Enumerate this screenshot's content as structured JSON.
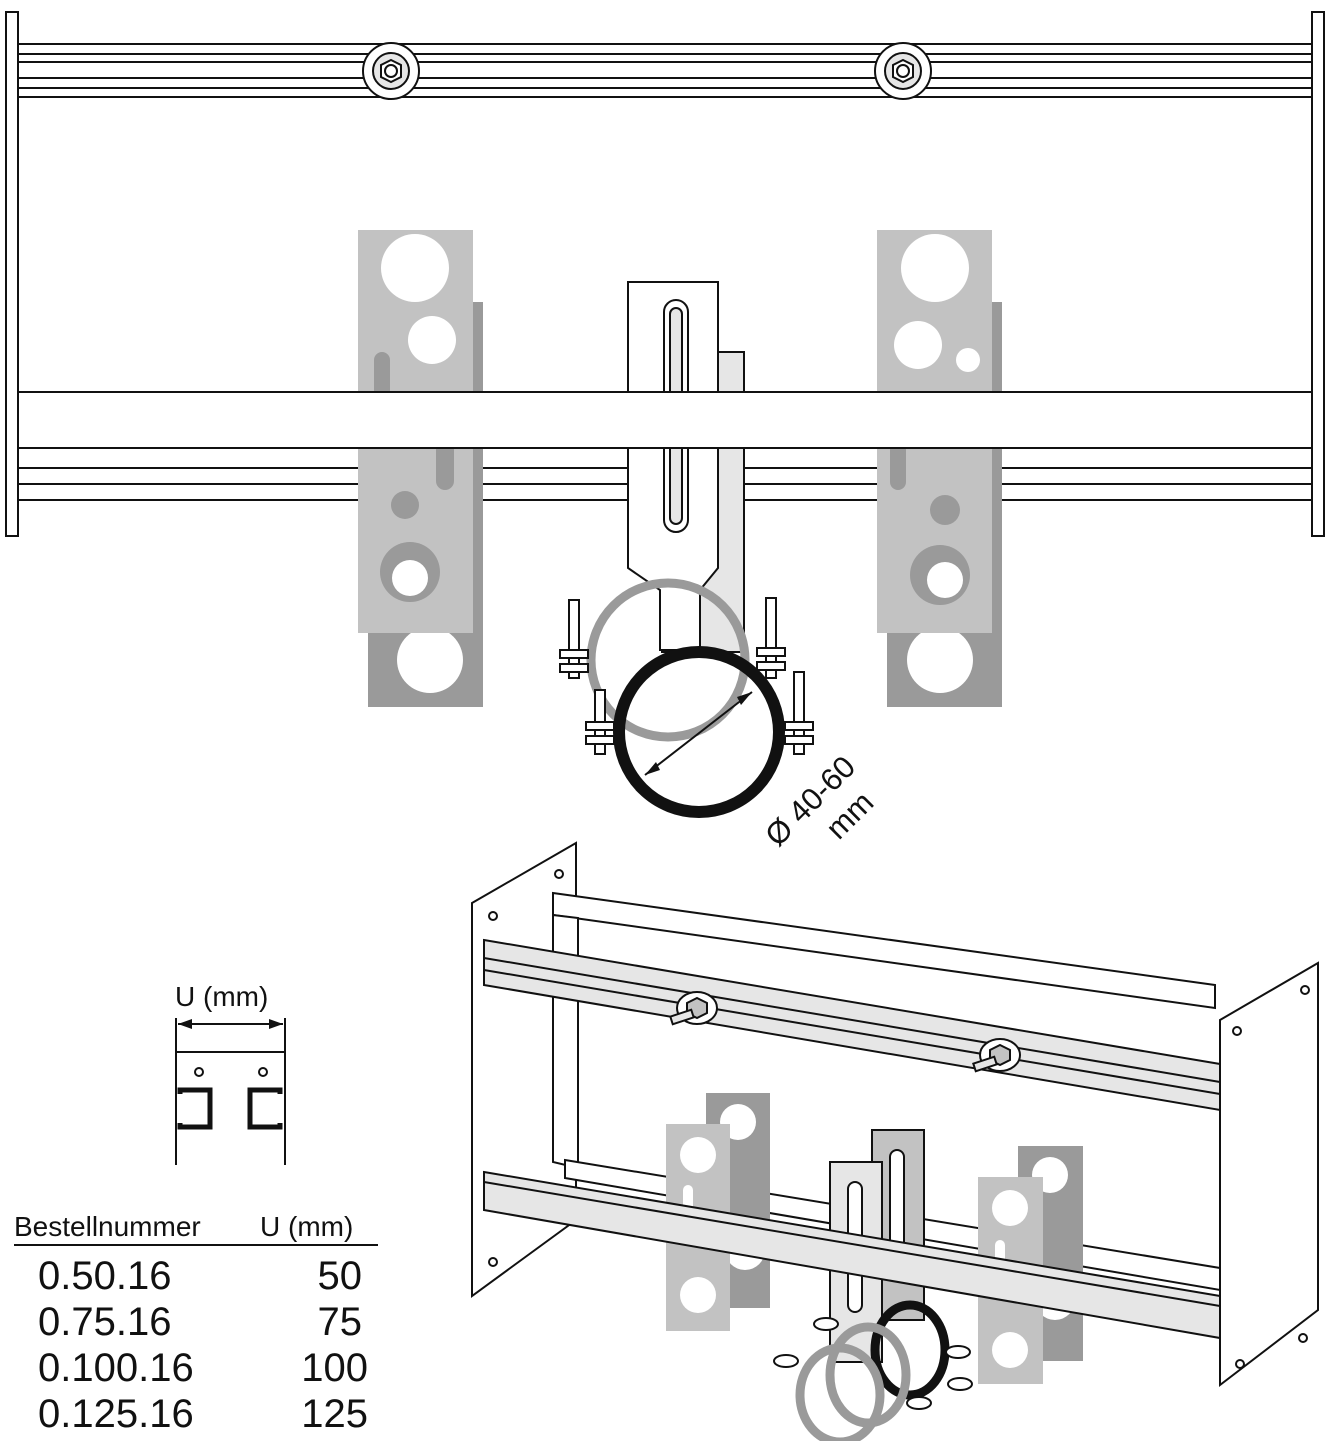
{
  "diameter_label": {
    "line1": "Ø 40-60",
    "line2": "mm"
  },
  "profile_width_label": "U  (mm)",
  "order_table": {
    "headers": [
      "Bestellnummer",
      "U  (mm)"
    ],
    "rows": [
      {
        "order_number": "0.50.16",
        "u_mm": "50"
      },
      {
        "order_number": "0.75.16",
        "u_mm": "75"
      },
      {
        "order_number": "0.100.16",
        "u_mm": "100"
      },
      {
        "order_number": "0.125.16",
        "u_mm": "125"
      }
    ]
  },
  "colors": {
    "line": "#111111",
    "plate_light": "#c2c2c2",
    "plate_dark": "#9a9a9a",
    "metal_light": "#e6e6e6",
    "hole": "#ffffff"
  }
}
